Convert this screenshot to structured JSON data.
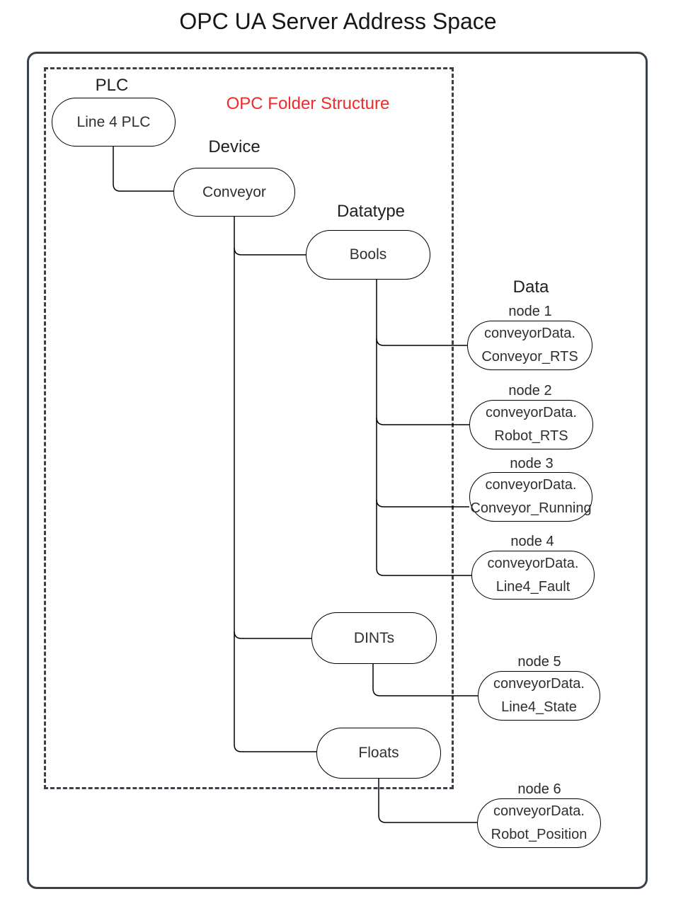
{
  "title": "OPC UA Server Address Space",
  "colors": {
    "boundary": "#3a4149",
    "connector": "#000000",
    "node_border": "#000000",
    "node_fill": "#ffffff",
    "annotation_red": "#ef2b2b"
  },
  "diagram": {
    "overlay_label": "OPC Folder Structure",
    "column_labels": {
      "plc": "PLC",
      "device": "Device",
      "datatype": "Datatype",
      "data": "Data"
    },
    "plc_node": "Line 4 PLC",
    "device_node": "Conveyor",
    "datatype_nodes": [
      "Bools",
      "DINTs",
      "Floats"
    ],
    "data_nodes": [
      {
        "id": "node 1",
        "parent": "Bools",
        "line1": "conveyorData.",
        "line2": "Conveyor_RTS"
      },
      {
        "id": "node 2",
        "parent": "Bools",
        "line1": "conveyorData.",
        "line2": "Robot_RTS"
      },
      {
        "id": "node 3",
        "parent": "Bools",
        "line1": "conveyorData.",
        "line2": "Conveyor_Running"
      },
      {
        "id": "node 4",
        "parent": "Bools",
        "line1": "conveyorData.",
        "line2": "Line4_Fault"
      },
      {
        "id": "node 5",
        "parent": "DINTs",
        "line1": "conveyorData.",
        "line2": "Line4_State"
      },
      {
        "id": "node 6",
        "parent": "Floats",
        "line1": "conveyorData.",
        "line2": "Robot_Position"
      }
    ]
  }
}
